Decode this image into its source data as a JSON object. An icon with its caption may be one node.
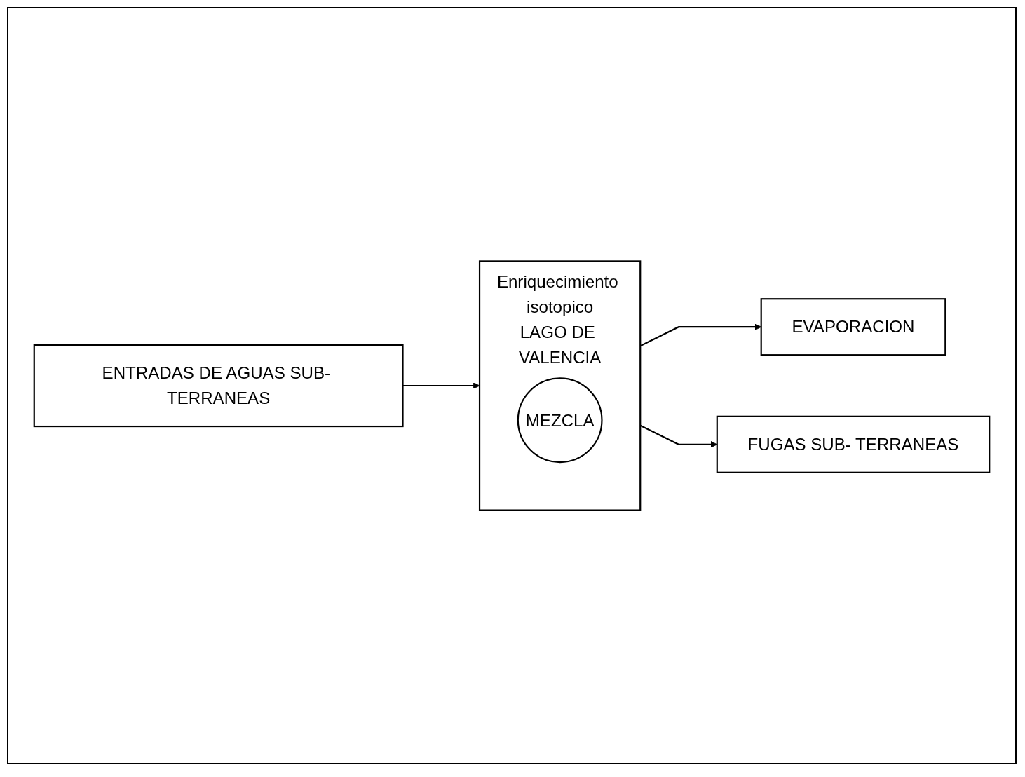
{
  "diagram": {
    "nodes": [
      {
        "text": [
          "Enriquecimiento isotopico",
          "LAGO DE VALENCIA"
        ]
      },
      {
        "text": [
          "MEZCLA"
        ],
        "in": 0
      },
      {
        "text": [
          "EVAPORACION"
        ]
      },
      {
        "text": [
          "FUGAS SUB- TERRANEAS"
        ]
      },
      {
        "text": [
          "ENTRADAS DE AGUAS SUB- TERRANEAS"
        ]
      }
    ],
    "edges": [
      {
        "from": 0,
        "to": 2,
        "arrow": "to"
      },
      {
        "from": 0,
        "to": 3,
        "arrow": "to"
      },
      {
        "from": 4,
        "to": 0,
        "arrow": "to"
      }
    ]
  }
}
